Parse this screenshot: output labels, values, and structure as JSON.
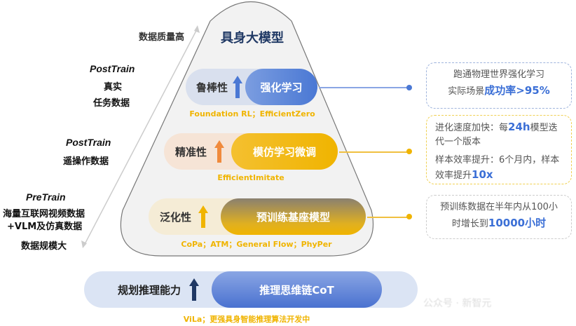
{
  "title": "具身大模型",
  "left": {
    "quality": "数据质量高",
    "scale": "数据规模大",
    "g1": {
      "stage": "PostTrain",
      "l1": "真实",
      "l2": "任务数据"
    },
    "g2": {
      "stage": "PostTrain",
      "l1": "遥操作数据"
    },
    "g3": {
      "stage": "PreTrain",
      "l1": "海量互联网视频数据",
      "l2": "+VLM及仿真数据"
    }
  },
  "rows": [
    {
      "label": "鲁棒性",
      "pill": "强化学习",
      "caption": "Foundation RL；EfficientZero",
      "color": "#4a78d4"
    },
    {
      "label": "精准性",
      "pill": "模仿学习微调",
      "caption": "EfficientImitate",
      "color": "#f08a3c"
    },
    {
      "label": "泛化性",
      "pill": "预训练基座模型",
      "caption": "CoPa；ATM；General Flow；PhyPer",
      "color": "#f0b400"
    }
  ],
  "bottom": {
    "label": "规划推理能力",
    "pill": "推理思维链CoT",
    "caption": "ViLa；更强具身智能推理算法开发中"
  },
  "boxes": {
    "b1": {
      "t1": "跑通物理世界强化学习",
      "t2": "实际场景",
      "h2": "成功率>95%"
    },
    "b2": {
      "t1": "进化速度加快：每",
      "h1": "24h",
      "t1b": "模型迭代一个版本",
      "t2": "样本效率提升：6个月内，样本效率提升",
      "h2": "10x"
    },
    "b3": {
      "t1": "预训练数据在半年内从100小时增长到",
      "h1": "10000小时"
    }
  },
  "watermark": "公众号 · 新智元"
}
